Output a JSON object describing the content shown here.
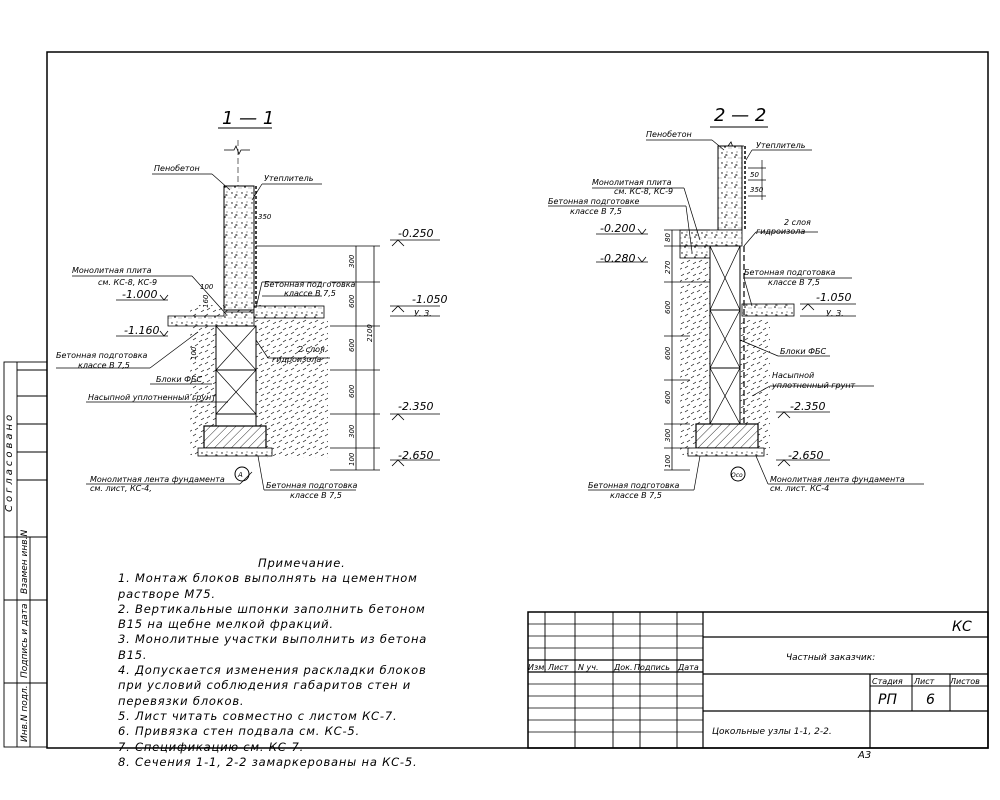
{
  "sections": {
    "s1_title": "1 — 1",
    "s2_title": "2 — 2"
  },
  "s1": {
    "penobeton": "Пенобетон",
    "insul": "Утеплитель",
    "slab1": "Монолитная плита",
    "slab2": "см. КС-8, КС-9",
    "prep_a1": "Бетонная подготовка",
    "prep_a2": "классе В 7,5",
    "prep_b1": "Бетонная подготовка",
    "prep_b2": "классе В 7,5",
    "hydro1": "2 слоя",
    "hydro2": "гидроизола",
    "blocks": "Блоки ФБС",
    "soil": "Насыпной уплотненный грунт",
    "tape1": "Монолитная лента фундамента",
    "tape2": "см. лист, КС-4,",
    "prep_c1": "Бетонная подготовка",
    "prep_c2": "классе В 7,5",
    "lvl_m0250": "-0.250",
    "lvl_m1000": "-1.000",
    "lvl_m1160": "-1.160",
    "lvl_m1050": "-1.050",
    "lvl_uz": "У. З.",
    "lvl_m2350": "-2.350",
    "lvl_m2650": "-2.650",
    "d350": "350",
    "d100a": "100",
    "d160": "160",
    "d100b": "100",
    "d300a": "300",
    "d600a": "600",
    "d600b": "600",
    "d600c": "600",
    "d300b": "300",
    "d100c": "100",
    "d2100": "2100",
    "axis": "А"
  },
  "s2": {
    "penobeton": "Пенобетон",
    "insul": "Утеплитель",
    "d50": "50",
    "d350": "350",
    "slab1": "Монолитная плита",
    "slab2": "см. КС-8, КС-9",
    "prep_a1": "Бетонная подготовке",
    "prep_a2": "классе В 7,5",
    "hydro1": "2 слоя",
    "hydro2": "гидроизола",
    "lvl_m0200": "-0.200",
    "lvl_m0280": "-0.280",
    "prep_b1": "Бетонная подготовка",
    "prep_b2": "классе В 7,5",
    "lvl_m1050": "-1.050",
    "lvl_uz": "У. З.",
    "blocks": "Блоки ФБС",
    "soil1": "Насыпной",
    "soil2": "уплотненный грунт",
    "lvl_m2350": "-2.350",
    "lvl_m2650": "-2.650",
    "tape1": "Монолитная лента фундамента",
    "tape2": "см. лист. КС-4",
    "prep_c1": "Бетонная подготовка",
    "prep_c2": "классе В 7,5",
    "d80": "80",
    "d270": "270",
    "d600a": "600",
    "d600b": "600",
    "d600c": "600",
    "d300": "300",
    "d100": "100",
    "axis": "Осо"
  },
  "notes": {
    "heading": "Примечание.",
    "lines": [
      "1. Монтаж блоков выполнять на цементном",
      "растворе М75.",
      "2. Вертикальные шпонки заполнить бетоном",
      "В15 на щебне мелкой фракций.",
      "3. Монолитные участки выполнить из бетона",
      "В15.",
      "4. Допускается изменения раскладки блоков",
      "при условий соблюдения габаритов стен и",
      "перевязки блоков.",
      "5. Лист читать совместно с листом КС-7.",
      "6. Привязка стен подвала см. КС-5.",
      "7. Спецификацию см. КС-7.",
      "8. Сечения 1-1, 2-2 замаркерованы на КС-5."
    ]
  },
  "side_stamp": {
    "agreed": "Согласовано",
    "inv_replace": "Взамен инв.N",
    "sign_date": "Подпись и дата",
    "inv_orig": "Инв.N подл."
  },
  "title_block": {
    "code": "КС",
    "customer": "Частный заказчик:",
    "col_izm": "Изм.",
    "col_list": "Лист",
    "col_ndoc": "N уч.",
    "col_dok": "Док.",
    "col_podp": "Подпись",
    "col_date": "Дата",
    "stage_h": "Стадия",
    "sheet_h": "Лист",
    "sheets_h": "Листов",
    "stage": "РП",
    "sheet": "6",
    "drawing_title": "Цокольные узлы 1-1, 2-2.",
    "format": "А3"
  }
}
